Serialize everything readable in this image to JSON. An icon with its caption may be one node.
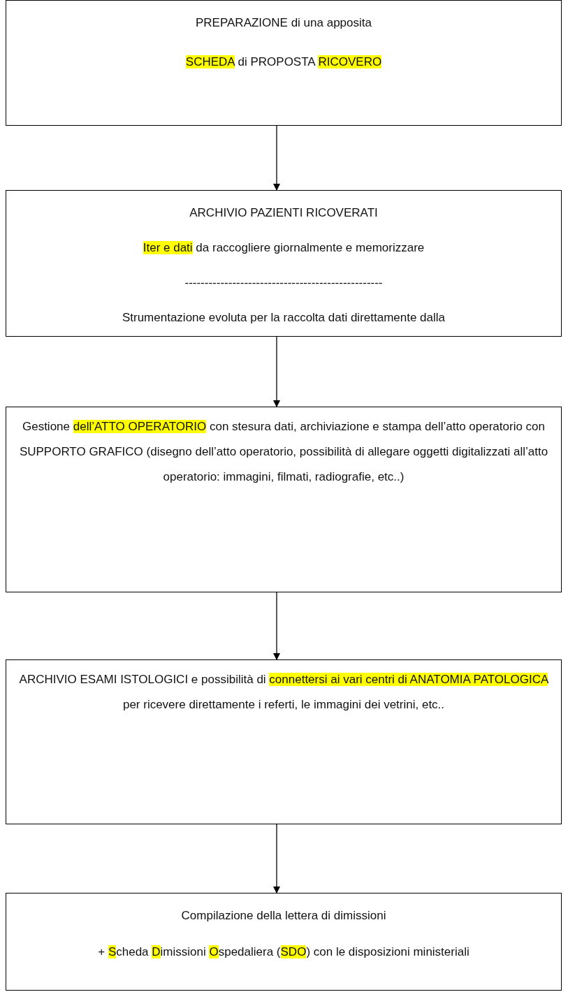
{
  "diagram": {
    "nodes": [
      {
        "text": [
          "PREPARAZIONE di una apposita",
          "**SCHEDA** di PROPOSTA **RICOVERO**"
        ]
      },
      {
        "text": [
          "ARCHIVIO PAZIENTI RICOVERATI",
          "**Iter e dati** da raccogliere giornalmente e memorizzare",
          "--------------------------------------------------",
          "Strumentazione evoluta per la raccolta dati direttamente dalla"
        ]
      },
      {
        "text": [
          "Gestione **dell’ATTO OPERATORIO** con stesura dati, archiviazione e stampa dell’atto operatorio con SUPPORTO GRAFICO (disegno dell’atto operatorio, possibilità di allegare oggetti digitalizzati all’atto operatorio: immagini, filmati, radiografie, etc..)"
        ]
      },
      {
        "text": [
          "ARCHIVIO ESAMI ISTOLOGICI e possibilità di **connettersi ai vari centri di ANATOMIA PATOLOGICA** per ricevere direttamente i referti, le immagini dei vetrini, etc.."
        ]
      },
      {
        "text": [
          "Compilazione della lettera di dimissioni",
          "+ **S**cheda **D**imissioni **O**spedaliera (**SDO**) con le disposizioni ministeriali"
        ]
      }
    ],
    "edges": [
      {
        "from": 0,
        "to": 1,
        "arrow": "to"
      },
      {
        "from": 1,
        "to": 2,
        "arrow": "to"
      },
      {
        "from": 2,
        "to": 3,
        "arrow": "to"
      },
      {
        "from": 3,
        "to": 4,
        "arrow": "to"
      }
    ]
  }
}
